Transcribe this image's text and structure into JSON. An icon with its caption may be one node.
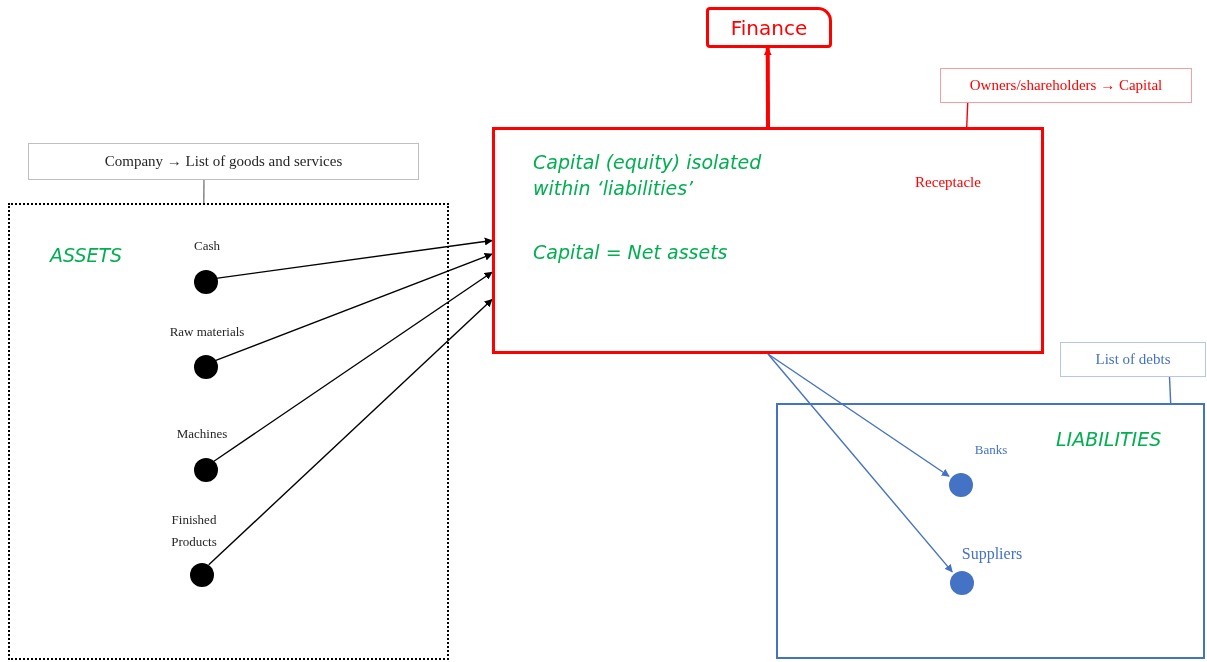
{
  "diagram": {
    "nodes": [
      {
        "text": [
          "Company → List of goods and services"
        ]
      },
      {
        "text": [
          "ASSETS"
        ]
      },
      {
        "text": [],
        "shape": "circle",
        "in": 1,
        "beside": [
          "Cash"
        ]
      },
      {
        "text": [],
        "shape": "circle",
        "in": 1,
        "beside": [
          "Raw materials"
        ]
      },
      {
        "text": [],
        "shape": "circle",
        "in": 1,
        "beside": [
          "Machines"
        ]
      },
      {
        "text": [],
        "shape": "circle",
        "in": 1,
        "beside": [
          "Finished Products"
        ]
      },
      {
        "text": [
          "Finance"
        ]
      },
      {
        "text": [
          "Owners/shareholders → Capital"
        ]
      },
      {
        "text": [
          "Capital (equity) isolated within ‘liabilities’",
          "Capital = Net assets",
          "Receptacle"
        ]
      },
      {
        "text": [
          "List of debts"
        ]
      },
      {
        "text": [
          "LIABILITIES"
        ]
      },
      {
        "text": [],
        "shape": "circle",
        "in": 10,
        "beside": [
          "Banks"
        ]
      },
      {
        "text": [],
        "shape": "circle",
        "in": 10,
        "beside": [
          "Suppliers"
        ]
      }
    ],
    "edges": [
      {
        "from": 0,
        "to": 1,
        "arrow": "none",
        "color": "#7f7f7f"
      },
      {
        "from": 2,
        "to": 8,
        "arrow": "to"
      },
      {
        "from": 3,
        "to": 8,
        "arrow": "to"
      },
      {
        "from": 4,
        "to": 8,
        "arrow": "to"
      },
      {
        "from": 5,
        "to": 8,
        "arrow": "to"
      },
      {
        "from": 8,
        "to": 6,
        "arrow": "to",
        "style": "thick",
        "color": "#ff0000"
      },
      {
        "from": 7,
        "to": 8,
        "arrow": "none",
        "color": "#ff0000"
      },
      {
        "from": 9,
        "to": 10,
        "arrow": "none",
        "color": "#4472c4"
      },
      {
        "from": 8,
        "to": 11,
        "arrow": "to",
        "color": "#4472c4"
      },
      {
        "from": 8,
        "to": 12,
        "arrow": "to",
        "color": "#4472c4"
      }
    ]
  }
}
